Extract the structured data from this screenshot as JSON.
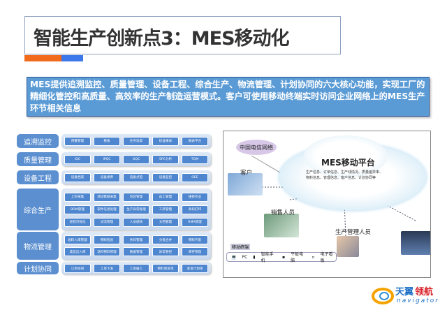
{
  "title": "智能生产创新点3：MES移动化",
  "description": "MES提供追溯监控、质量管理、设备工程、综合生产、物流管理、计划协同的六大核心功能，实现工厂的精细化管控和高质量、高效率的生产制造运营模式。客户可使用移动终端实时访问企业网络上的MES生产环节相关信息",
  "modules": [
    {
      "category": "追溯监控",
      "lines": [
        [
          "预警管理",
          "看板",
          "任务追踪",
          "标准报表",
          "报表平台"
        ]
      ]
    },
    {
      "category": "质量管理",
      "lines": [
        [
          "IQC",
          "IPQC",
          "OQC",
          "SPC分析",
          "TQM"
        ]
      ]
    },
    {
      "category": "设备工程",
      "lines": [
        [
          "设备档案",
          "设备保养",
          "设备点检",
          "设备监控",
          "OEE"
        ]
      ]
    },
    {
      "category": "综合生产",
      "lines": [
        [
          "上料采集",
          "测试数据采集",
          "包装管理",
          "返工管理",
          "维修作业"
        ],
        [
          "BOM管理",
          "软件信息处理",
          "生产异常处理",
          "工序管理",
          "条码打印"
        ],
        [
          "进程可视化",
          "试流管理",
          "人员绩效",
          "文档管理",
          "RMA管理"
        ]
      ]
    },
    {
      "category": "物流管理",
      "lines": [
        [
          "收料入库管理",
          "物料检验",
          "条码管理",
          "分批合并",
          "物料齐套"
        ],
        [
          "成品出入库",
          "退料物料管理",
          "数据管理",
          "异常管控",
          "库存管理"
        ]
      ]
    },
    {
      "category": "计划协同",
      "lines": [
        [
          "订单协同",
          "工单下发",
          "工单报工",
          "物料到货单",
          "发货计划单"
        ]
      ]
    }
  ],
  "mobile": {
    "network": "中国电信网络",
    "platform": "MES移动平台",
    "platform_info": "生产信息、订单信息、生产线情况、质量差异率、物料信息、管理信息、客户信息、计划协同等",
    "customer": "客户",
    "sales": "销售人员",
    "manager": "生产管理人员",
    "terminals_label": "移动终端",
    "terminals": [
      "PC",
      "智能手机",
      "平板电脑",
      "电子看板"
    ]
  },
  "logo": {
    "cn": "天翼领航",
    "en": "navigator"
  },
  "colors": {
    "accent_orange": "#f26a1b",
    "accent_blue": "#3c78ea",
    "desc_bg": "#5b9bd5",
    "module_blue": "#4e86cf"
  }
}
